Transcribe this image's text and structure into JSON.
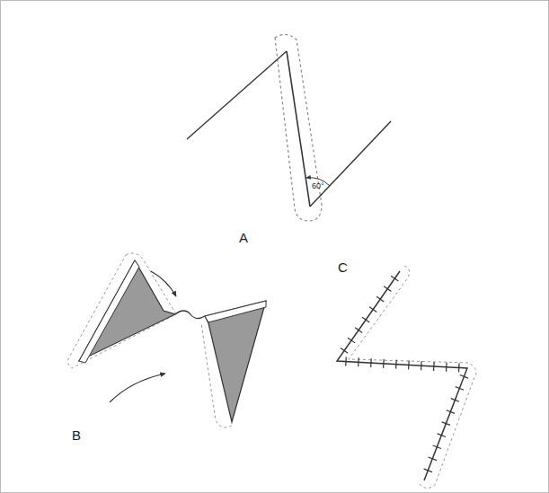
{
  "diagram": {
    "labels": [
      "60°",
      "A",
      "B",
      "C"
    ]
  }
}
